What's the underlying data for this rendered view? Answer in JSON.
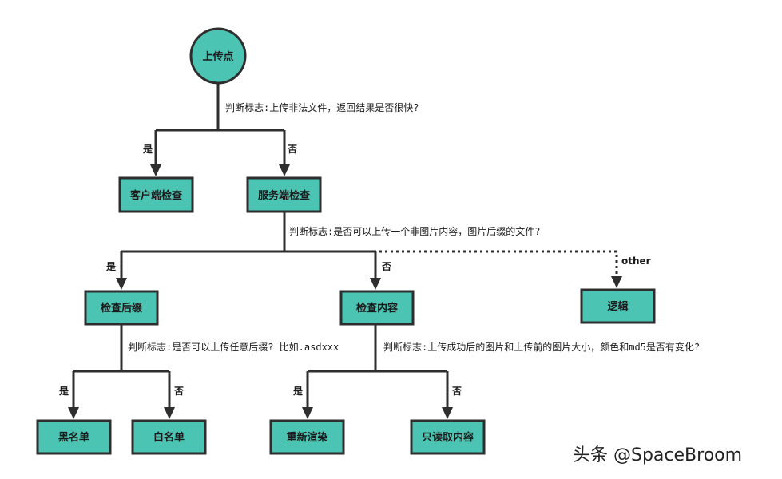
{
  "nodes": {
    "upload": "上传点",
    "client_check": "客户端检查",
    "server_check": "服务端检查",
    "check_suffix": "检查后缀",
    "check_content": "检查内容",
    "logic": "逻辑",
    "blacklist": "黑名单",
    "whitelist": "白名单",
    "re_render": "重新渲染",
    "read_content": "只读取内容"
  },
  "questions": {
    "q1": "判断标志:上传非法文件，返回结果是否很快?",
    "q2": "判断标志:是否可以上传一个非图片内容，图片后缀的文件?",
    "q3": "判断标志:是否可以上传任意后缀? 比如.asdxxx",
    "q4": "判断标志:上传成功后的图片和上传前的图片大小，颜色和md5是否有变化?"
  },
  "branch_labels": {
    "yes1": "是",
    "no1": "否",
    "yes2": "是",
    "no2": "否",
    "other": "other",
    "yes3": "是",
    "no3": "否",
    "yes4": "是",
    "no4": "否"
  },
  "watermark": "头条 @SpaceBroom",
  "colors": {
    "node_fill": "#4cc4b4",
    "stroke": "#2e2e2e"
  }
}
